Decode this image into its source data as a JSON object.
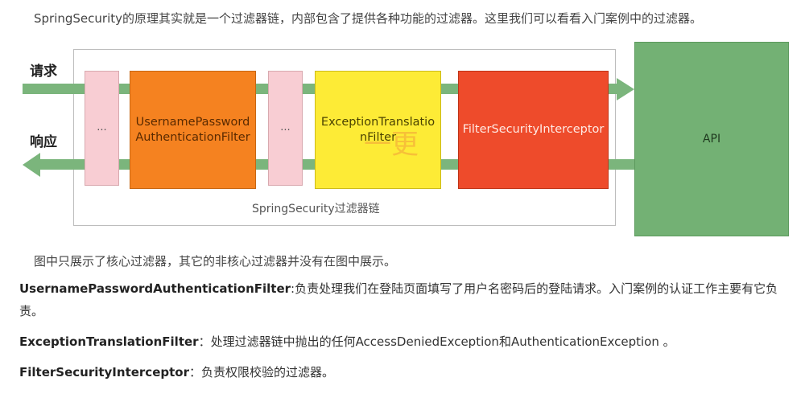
{
  "intro_text": "SpringSecurity的原理其实就是一个过滤器链，内部包含了提供各种功能的过滤器。这里我们可以看看入门案例中的过滤器。",
  "diagram": {
    "request_label": "请求",
    "response_label": "响应",
    "chain_label": "SpringSecurity过滤器链",
    "dots_label": "...",
    "filters": {
      "username_line1": "UsernamePassword",
      "username_line2": "AuthenticationFilter",
      "exception_line1": "ExceptionTranslatio",
      "exception_line2": "nFilter",
      "interceptor": "FilterSecurityInterceptor"
    },
    "api_label": "API",
    "watermark": "一更",
    "colors": {
      "arrow": "#7bb57c",
      "api": "#73b174",
      "dots": "#f8cdd3",
      "username_filter": "#f58220",
      "exception_filter": "#fdeb36",
      "interceptor_filter": "#ee4b2b"
    }
  },
  "caption": "图中只展示了核心过滤器，其它的非核心过滤器并没有在图中展示。",
  "descriptions": {
    "username": {
      "term": "UsernamePasswordAuthenticationFilter",
      "text": ":负责处理我们在登陆页面填写了用户名密码后的登陆请求。入门案例的认证工作主要有它负责。"
    },
    "exception": {
      "term": "ExceptionTranslationFilter",
      "text": "：处理过滤器链中抛出的任何AccessDeniedException和AuthenticationException 。"
    },
    "interceptor": {
      "term": "FilterSecurityInterceptor",
      "text": "：负责权限校验的过滤器。"
    }
  }
}
